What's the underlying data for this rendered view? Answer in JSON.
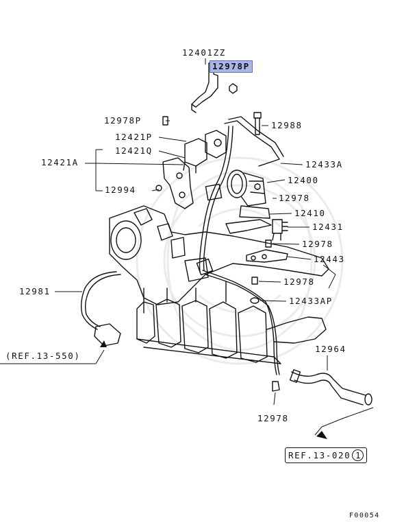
{
  "parts": {
    "p12401ZZ": "12401ZZ",
    "p12978P_top": "12978P",
    "p12978P_left": "12978P",
    "p12988": "12988",
    "p12421P": "12421P",
    "p12421Q": "12421Q",
    "p12421A": "12421A",
    "p12433A": "12433A",
    "p12400": "12400",
    "p12994": "12994",
    "p12978_a": "12978",
    "p12410": "12410",
    "p12431": "12431",
    "p12978_b": "12978",
    "p12443": "12443",
    "p12981": "12981",
    "p12978_c": "12978",
    "p12433AP": "12433AP",
    "p12964": "12964",
    "p12978_d": "12978"
  },
  "refs": {
    "ref_left": "(REF.13-550)",
    "ref_right": "REF.13-020",
    "ref_right_circle": "1"
  },
  "figure_code": "F00054",
  "colors": {
    "highlight": "#a9b6e6",
    "line": "#111111",
    "watermark": "#e9e9e9"
  }
}
